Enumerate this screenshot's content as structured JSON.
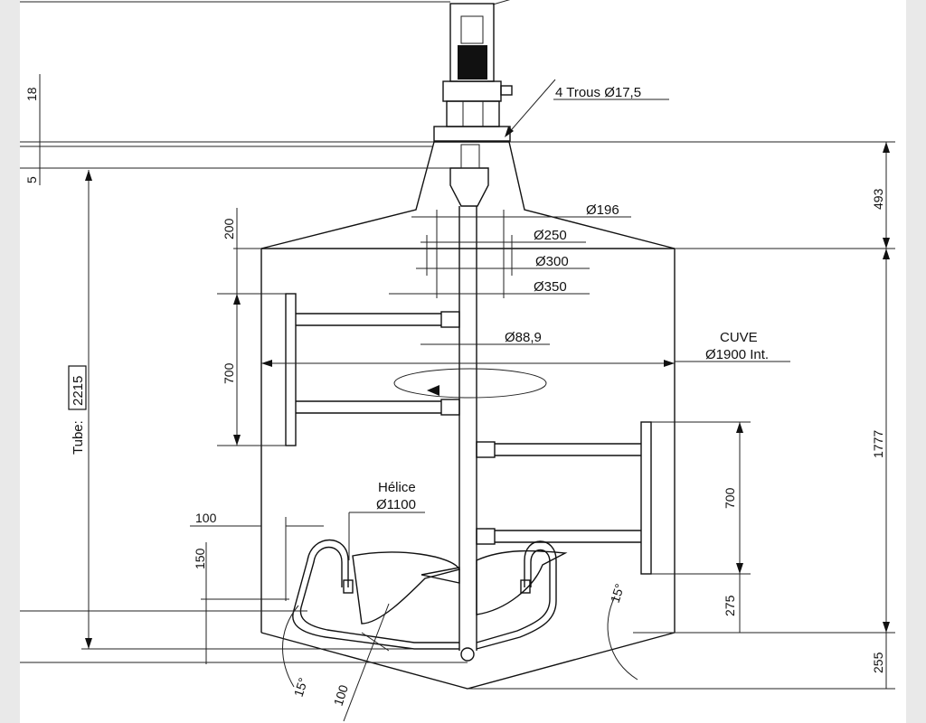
{
  "labels": {
    "holes": "4 Trous Ø17,5",
    "d196": "Ø196",
    "d250": "Ø250",
    "d300": "Ø300",
    "d350": "Ø350",
    "d889": "Ø88,9",
    "cuve": "CUVE",
    "cuve_diam": "Ø1900 Int.",
    "helice": "Hélice",
    "helice_diam": "Ø1100",
    "tube_prefix": "Tube:",
    "tube_value": "2215"
  },
  "dimensions": {
    "d18": "18",
    "d5": "5",
    "d200": "200",
    "d700_left": "700",
    "d100_top": "100",
    "d150": "150",
    "d493": "493",
    "d1777": "1777",
    "d700_right": "700",
    "d275": "275",
    "d255": "255",
    "d100_bottom": "100",
    "angle_left": "15°",
    "angle_right": "15°"
  }
}
